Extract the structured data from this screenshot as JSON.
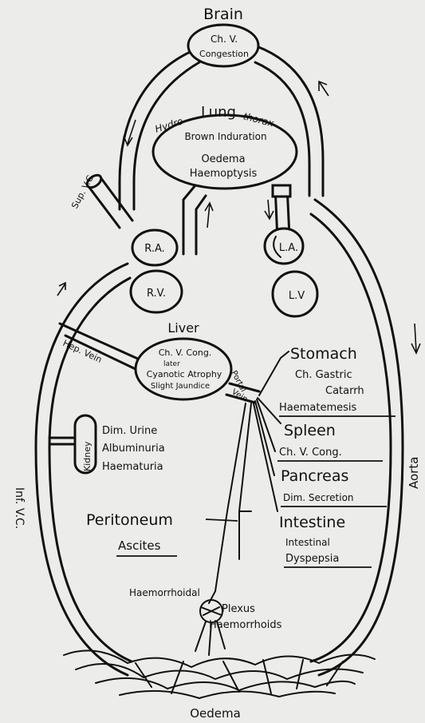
{
  "brain": {
    "title": "Brain",
    "line1": "Ch. V.",
    "line2": "Congestion"
  },
  "lung": {
    "prefix": "Hydro -",
    "title": "Lung",
    "suffix": "-thorax",
    "line1": "Brown Induration",
    "line2": "Oedema",
    "line3": "Haemoptysis"
  },
  "heart": {
    "ra": "R.A.",
    "rv": "R.V.",
    "la": "L.A.",
    "lv": "L.V"
  },
  "vessels": {
    "sup_vc": "Sup. V.C.",
    "hep_vein": "Hep. Vein",
    "inf_vc": "Inf. V.C.",
    "aorta": "Aorta",
    "portal": "Portal",
    "vein": "Vein"
  },
  "liver": {
    "title": "Liver",
    "line1": "Ch. V. Cong.",
    "line2": "later",
    "line3": "Cyanotic Atrophy",
    "line4": "Slight Jaundice"
  },
  "kidney": {
    "title": "Kidney",
    "line1": "Dim. Urine",
    "line2": "Albuminuria",
    "line3": "Haematuria"
  },
  "stomach": {
    "title": "Stomach",
    "line1": "Ch. Gastric",
    "line2": "Catarrh",
    "line3": "Haematemesis"
  },
  "spleen": {
    "title": "Spleen",
    "line1": "Ch. V. Cong."
  },
  "pancreas": {
    "title": "Pancreas",
    "line1": "Dim. Secretion"
  },
  "intestine": {
    "title": "Intestine",
    "line1": "Intestinal",
    "line2": "Dyspepsia"
  },
  "peritoneum": {
    "title": "Peritoneum",
    "line1": "Ascites"
  },
  "plexus": {
    "line1": "Haemorrhoidal",
    "line2": "Plexus",
    "line3": "Haemorrhoids"
  },
  "bottom": {
    "label": "Oedema"
  }
}
